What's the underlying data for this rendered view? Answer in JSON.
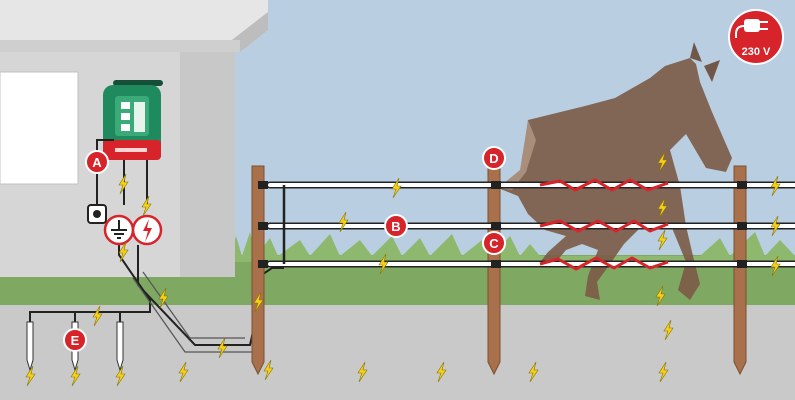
{
  "power_badge": {
    "label": "230 V",
    "color": "#d7232a",
    "icon": "power-plug-icon"
  },
  "markers": [
    {
      "id": "A",
      "label": "A"
    },
    {
      "id": "B",
      "label": "B"
    },
    {
      "id": "C",
      "label": "C"
    },
    {
      "id": "D",
      "label": "D"
    },
    {
      "id": "E",
      "label": "E"
    }
  ],
  "symbols": {
    "earth": "earth-ground-icon",
    "fence": "electric-fence-icon",
    "socket": "socket-icon",
    "bolt": "lightning-bolt-icon",
    "energizer": "energizer-device-icon",
    "horse": "horse-silhouette-icon"
  },
  "colors": {
    "sky": "#b9cfe1",
    "grass": "#7fa863",
    "ground": "#c9c9c9",
    "building": "#d6d6d6",
    "energizer_green": "#1e8a5e",
    "energizer_red": "#d7232a",
    "bolt": "#f7d117",
    "post": "#a9714b",
    "wire": "#ffffff",
    "horse": "#7c5a46"
  }
}
